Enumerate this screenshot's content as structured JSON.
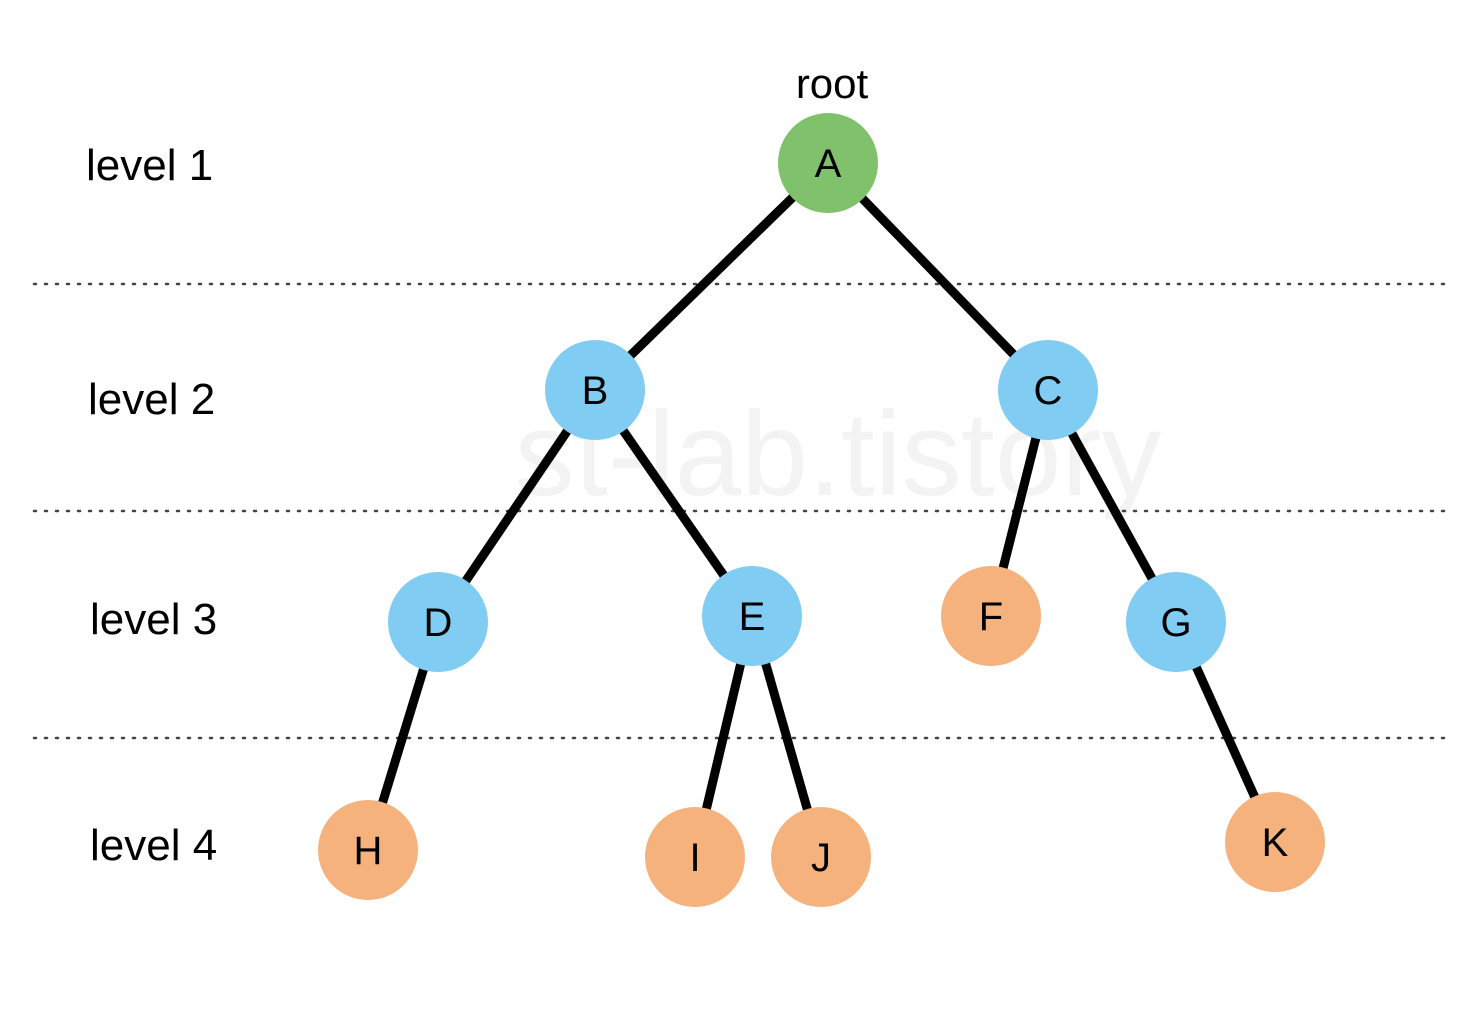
{
  "watermark": "st-lab.tistory",
  "root_label": "root",
  "levels": [
    {
      "id": "1",
      "label": "level 1"
    },
    {
      "id": "2",
      "label": "level 2"
    },
    {
      "id": "3",
      "label": "level 3"
    },
    {
      "id": "4",
      "label": "level 4"
    }
  ],
  "colors": {
    "root": "#80c26b",
    "internal": "#81ccf2",
    "leaf": "#f5b27c"
  },
  "nodes": [
    {
      "id": "A",
      "label": "A",
      "level": 1,
      "kind": "root"
    },
    {
      "id": "B",
      "label": "B",
      "level": 2,
      "kind": "internal"
    },
    {
      "id": "C",
      "label": "C",
      "level": 2,
      "kind": "internal"
    },
    {
      "id": "D",
      "label": "D",
      "level": 3,
      "kind": "internal"
    },
    {
      "id": "E",
      "label": "E",
      "level": 3,
      "kind": "internal"
    },
    {
      "id": "F",
      "label": "F",
      "level": 3,
      "kind": "leaf"
    },
    {
      "id": "G",
      "label": "G",
      "level": 3,
      "kind": "internal"
    },
    {
      "id": "H",
      "label": "H",
      "level": 4,
      "kind": "leaf"
    },
    {
      "id": "I",
      "label": "I",
      "level": 4,
      "kind": "leaf"
    },
    {
      "id": "J",
      "label": "J",
      "level": 4,
      "kind": "leaf"
    },
    {
      "id": "K",
      "label": "K",
      "level": 4,
      "kind": "leaf"
    }
  ],
  "edges": [
    {
      "from": "A",
      "to": "B"
    },
    {
      "from": "A",
      "to": "C"
    },
    {
      "from": "B",
      "to": "D"
    },
    {
      "from": "B",
      "to": "E"
    },
    {
      "from": "C",
      "to": "F"
    },
    {
      "from": "C",
      "to": "G"
    },
    {
      "from": "D",
      "to": "H"
    },
    {
      "from": "E",
      "to": "I"
    },
    {
      "from": "E",
      "to": "J"
    },
    {
      "from": "G",
      "to": "K"
    }
  ]
}
